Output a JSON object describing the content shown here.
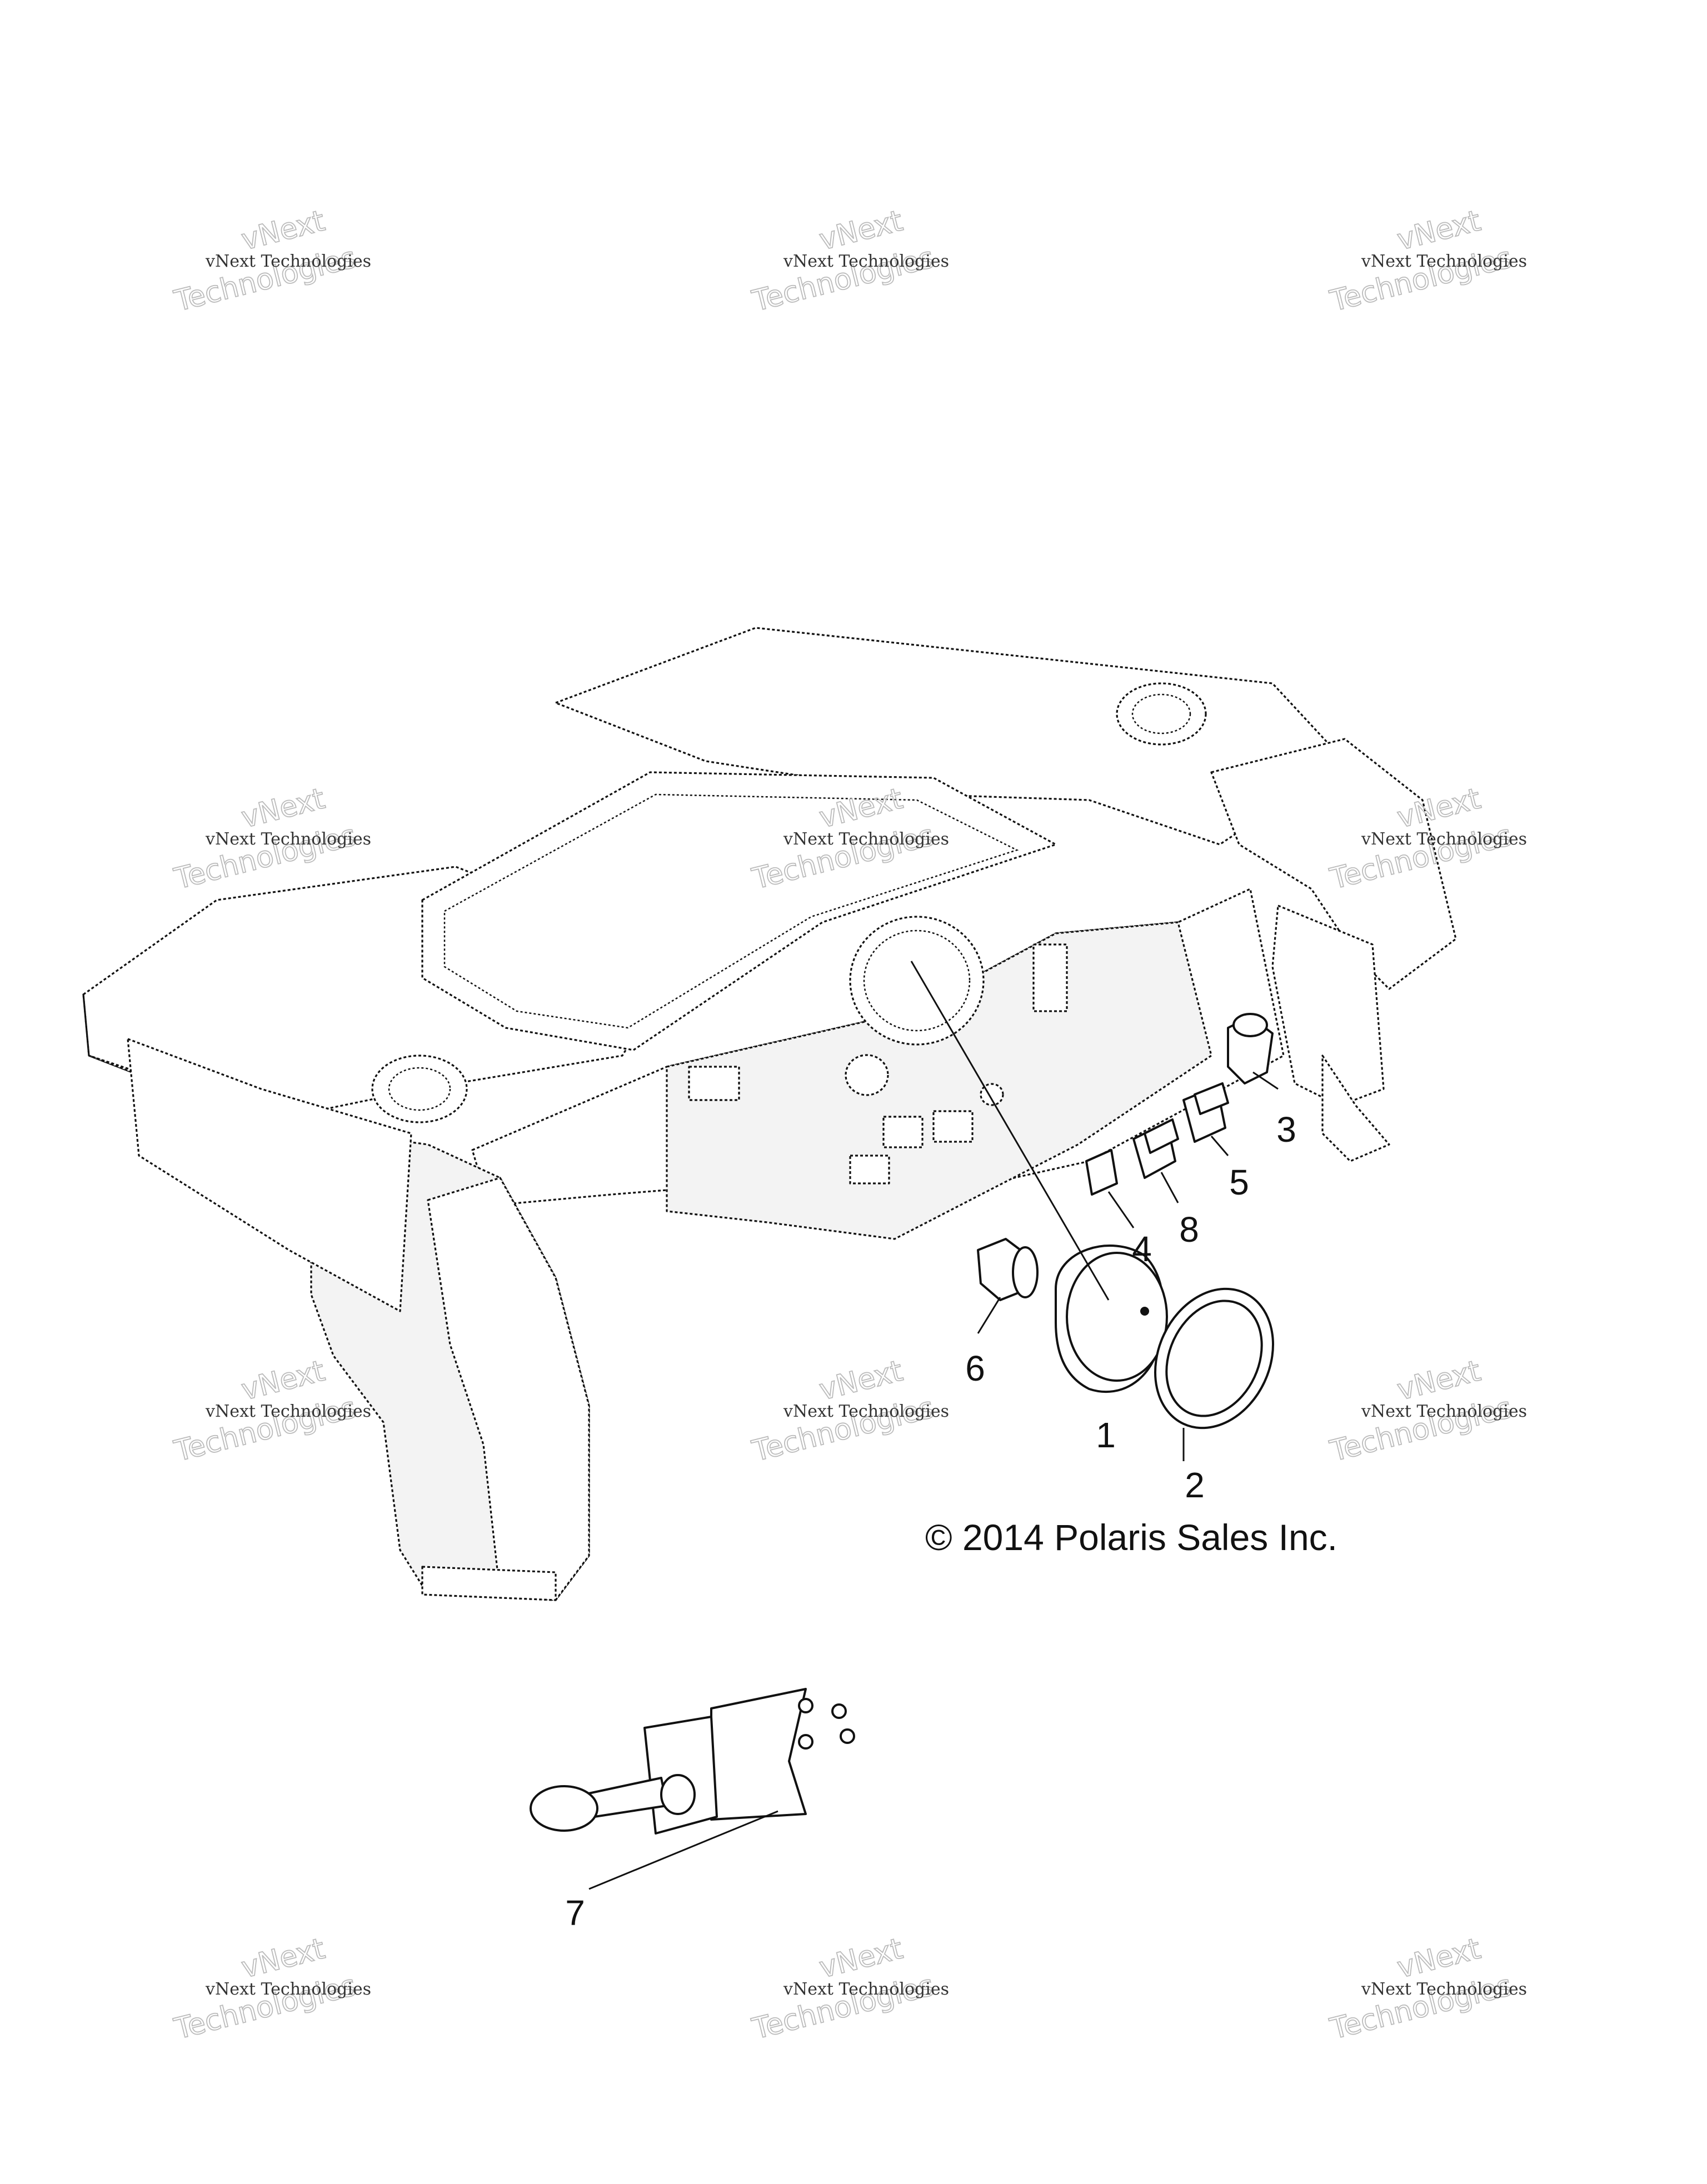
{
  "copyright": "© 2014 Polaris Sales Inc.",
  "watermark": {
    "line1": "vNext",
    "line2": "Technologies",
    "small": "vNext Technologies"
  },
  "callouts": [
    "1",
    "2",
    "3",
    "4",
    "5",
    "6",
    "7",
    "8"
  ],
  "colors": {
    "ink": "#111111",
    "watermark": "#bbbbbb",
    "background": "#ffffff"
  }
}
